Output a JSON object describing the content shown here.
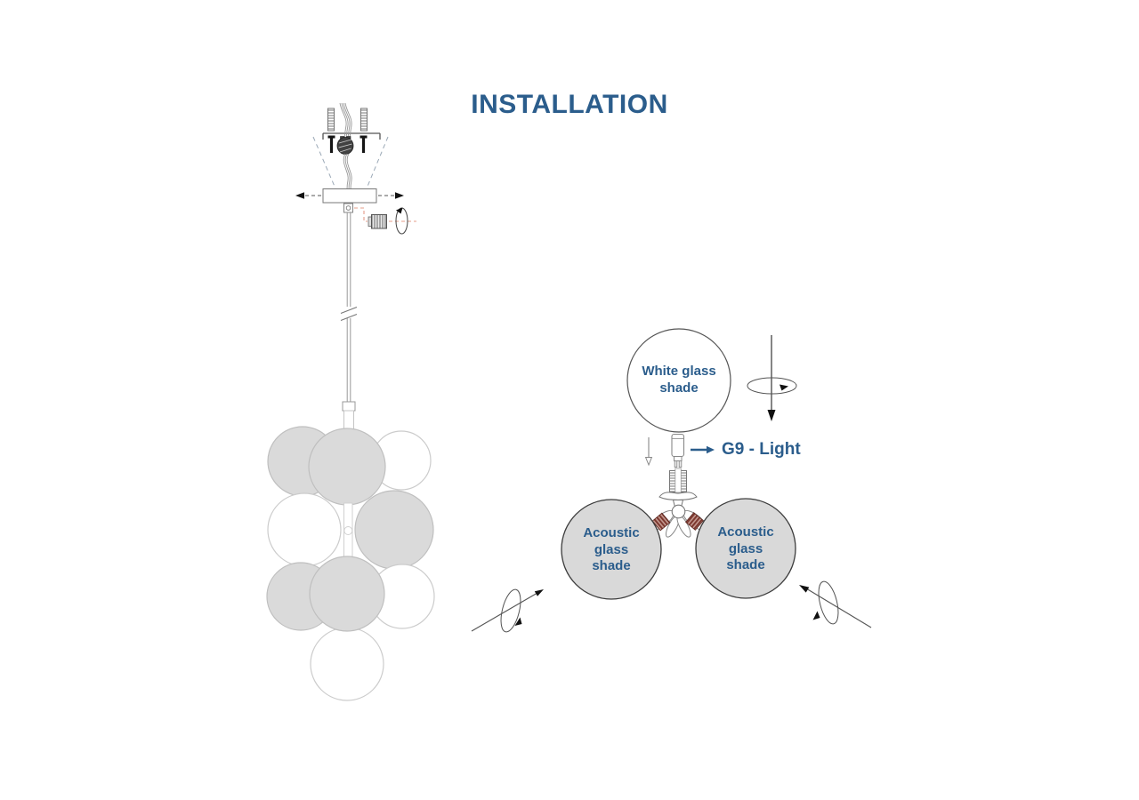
{
  "title": {
    "text": "INSTALLATION",
    "color": "#2b5d8c"
  },
  "right_diagram": {
    "white_shade_label": {
      "line1": "White glass",
      "line2": "shade"
    },
    "g9_label": "G9 - Light",
    "acoustic_left_label": {
      "line1": "Acoustic",
      "line2": "glass",
      "line3": "shade"
    },
    "acoustic_right_label": {
      "line1": "Acoustic",
      "line2": "glass",
      "line3": "shade"
    }
  },
  "colors": {
    "accent_blue": "#2b5d8c",
    "shade_gray_fill": "#d9d9d9",
    "pendant_outline_gray": "#bfbfbf",
    "dark_outline": "#3c3c3c",
    "technical_line_gray": "#777777",
    "dashed_guide_blue_gray": "#9aa8b6",
    "callout_dashed_pink": "#e59c8a",
    "copper_socket_dark": "#7c372e",
    "copper_socket_light": "#c49a91",
    "background": "#ffffff"
  }
}
